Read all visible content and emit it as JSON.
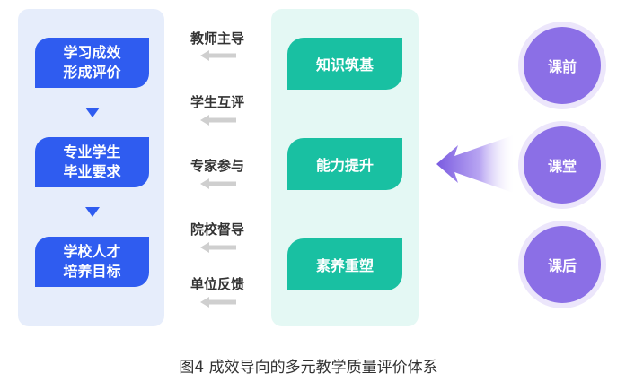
{
  "outcomes": [
    {
      "line1": "学习成效",
      "line2": "形成评价"
    },
    {
      "line1": "专业学生",
      "line2": "毕业要求"
    },
    {
      "line1": "学校人才",
      "line2": "培养目标"
    }
  ],
  "agents": [
    "教师主导",
    "学生互评",
    "专家参与",
    "院校督导",
    "单位反馈"
  ],
  "abilities": [
    "知识筑基",
    "能力提升",
    "素养重塑"
  ],
  "stages": [
    "课前",
    "课堂",
    "课后"
  ],
  "caption": "图4  成效导向的多元教学质量评价体系",
  "colors": {
    "blue": "#2f5cf0",
    "teal": "#19c0a2",
    "purple": "#8b6fe6",
    "arrow_gray": "#cfcfcf"
  }
}
